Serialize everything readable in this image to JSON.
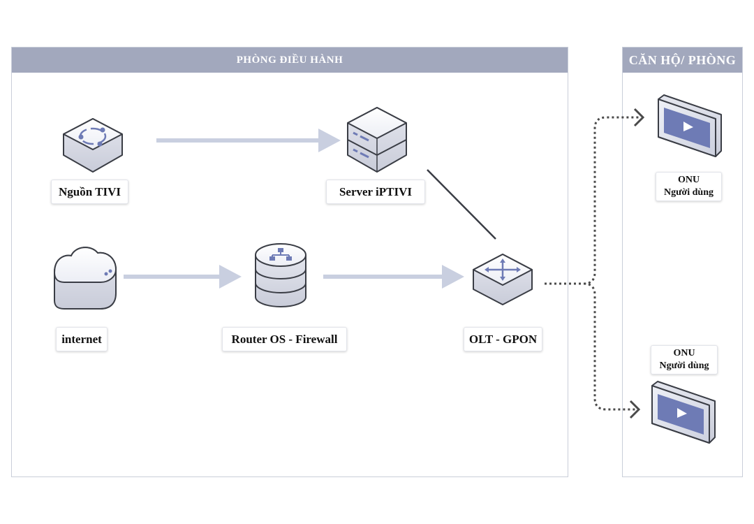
{
  "panels": {
    "main_title": "PHÒNG ĐIỀU HÀNH",
    "side_title": "CĂN HỘ/ PHÒNG"
  },
  "nodes": {
    "tv_source": "Nguồn TIVI",
    "server": "Server iPTIVI",
    "internet": "internet",
    "router": "Router OS - Firewall",
    "olt": "OLT - GPON",
    "onu_top": {
      "line1": "ONU",
      "line2": "Người dùng"
    },
    "onu_bottom": {
      "line1": "ONU",
      "line2": "Người dùng"
    }
  },
  "icons": {
    "tv_source": "sync-cube-icon",
    "server": "server-stack-icon",
    "internet": "cloud-storage-icon",
    "router": "database-network-icon",
    "olt": "switch-arrows-icon",
    "onu": "screen-play-icon"
  },
  "colors": {
    "header": "#a2a8bd",
    "arrow": "#c9cfe0",
    "device_accent": "#6e7bb5",
    "dotted_link": "#4a4a4a"
  }
}
